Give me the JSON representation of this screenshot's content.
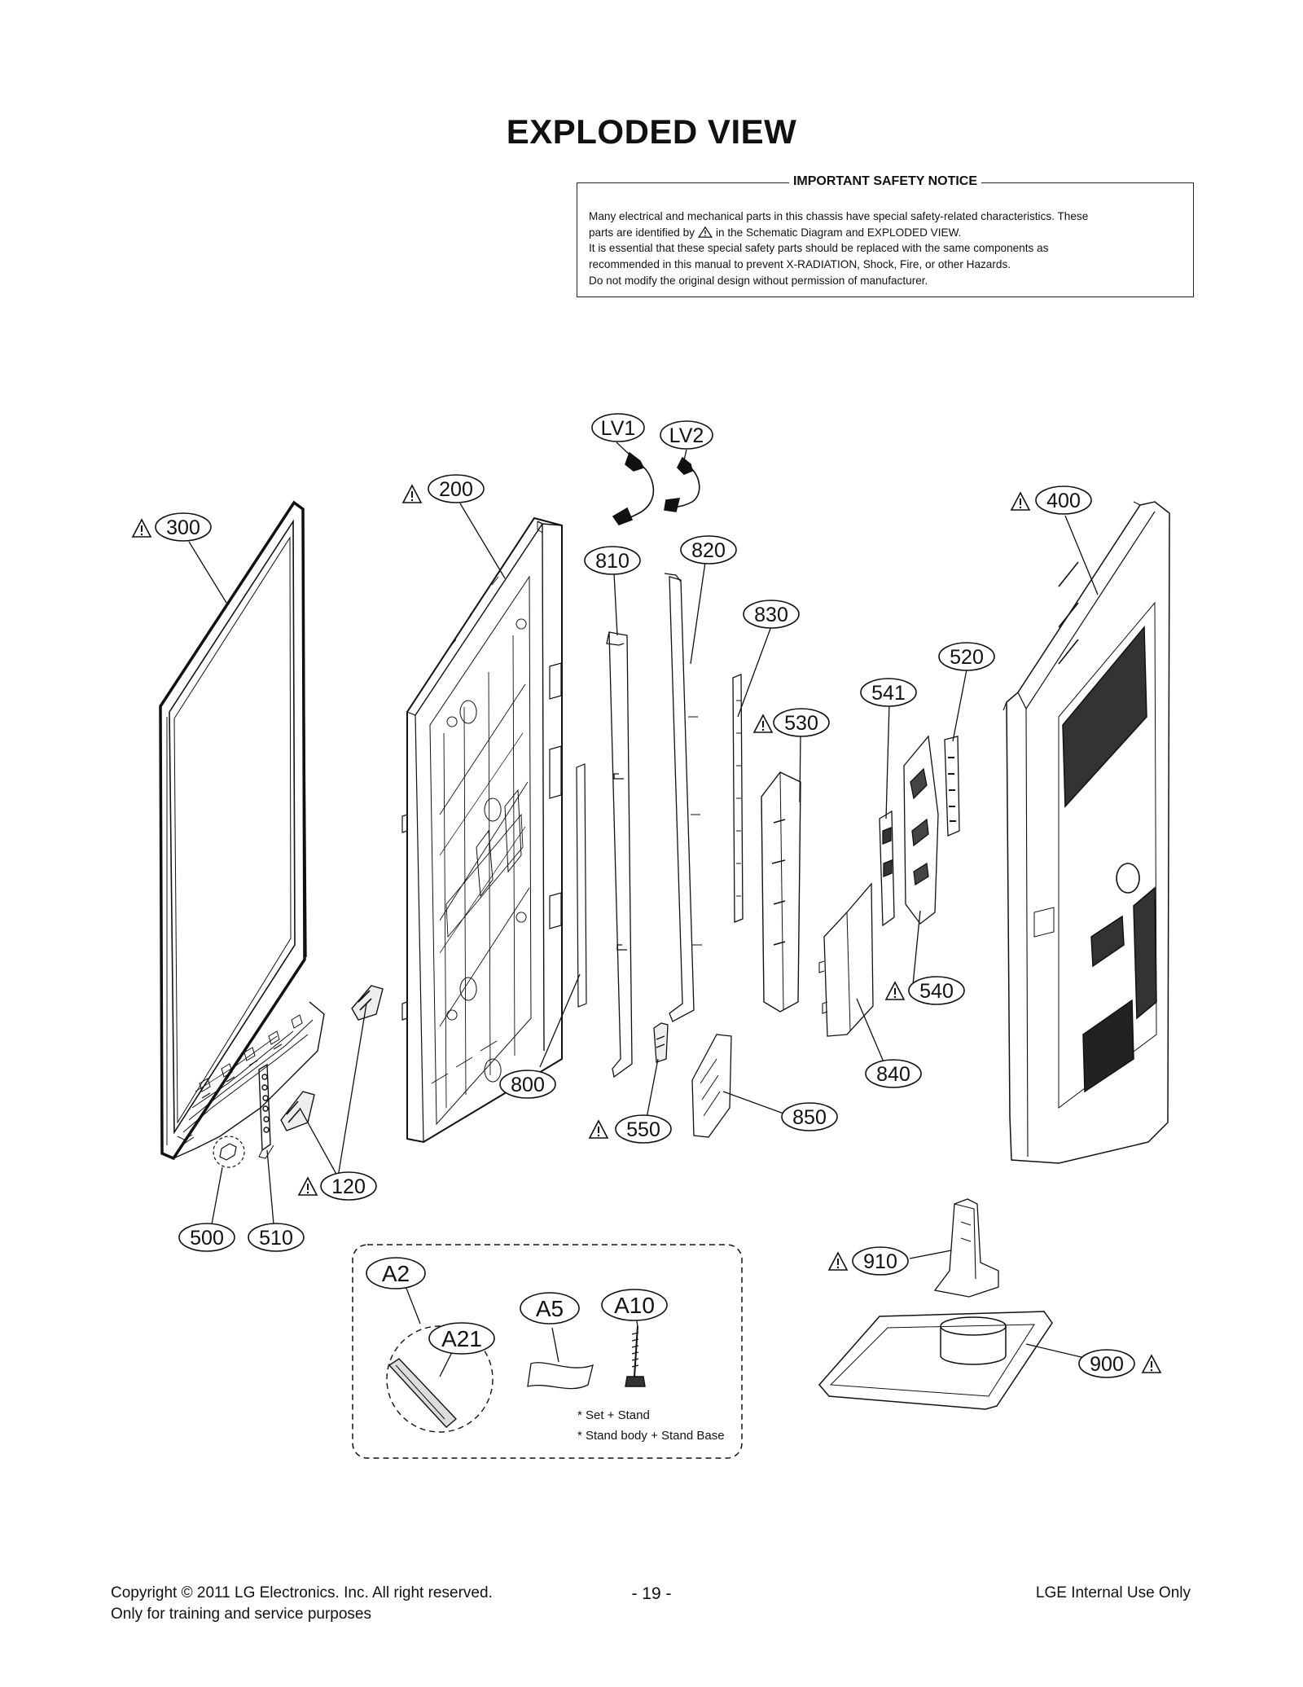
{
  "page": {
    "title": "EXPLODED VIEW"
  },
  "safety_notice": {
    "heading": "IMPORTANT SAFETY NOTICE",
    "line1": "Many electrical and mechanical parts in this chassis have special safety-related characteristics. These",
    "line2a": "parts are identified by",
    "line2b": "in the Schematic Diagram and EXPLODED VIEW.",
    "line3": "It is essential that these special safety parts should be replaced with the same components as",
    "line4": "recommended in this manual to prevent X-RADIATION, Shock, Fire, or other Hazards.",
    "line5": "Do not modify the original design without permission of manufacturer."
  },
  "callouts": {
    "lv1": "LV1",
    "lv2": "LV2",
    "p200": "200",
    "p300": "300",
    "p400": "400",
    "p810": "810",
    "p820": "820",
    "p830": "830",
    "p520": "520",
    "p541": "541",
    "p530": "530",
    "p540": "540",
    "p840": "840",
    "p800": "800",
    "p850": "850",
    "p550": "550",
    "p120": "120",
    "p500": "500",
    "p510": "510",
    "p910": "910",
    "p900": "900",
    "a2": "A2",
    "a5": "A5",
    "a10": "A10",
    "a21": "A21"
  },
  "accessory_notes": {
    "note1": "* Set + Stand",
    "note2": "* Stand body + Stand Base"
  },
  "footer": {
    "copyright": "Copyright  © 2011  LG Electronics. Inc. All right reserved.",
    "purpose": "Only for training and service purposes",
    "page_number": "- 19 -",
    "internal": "LGE Internal Use Only"
  }
}
